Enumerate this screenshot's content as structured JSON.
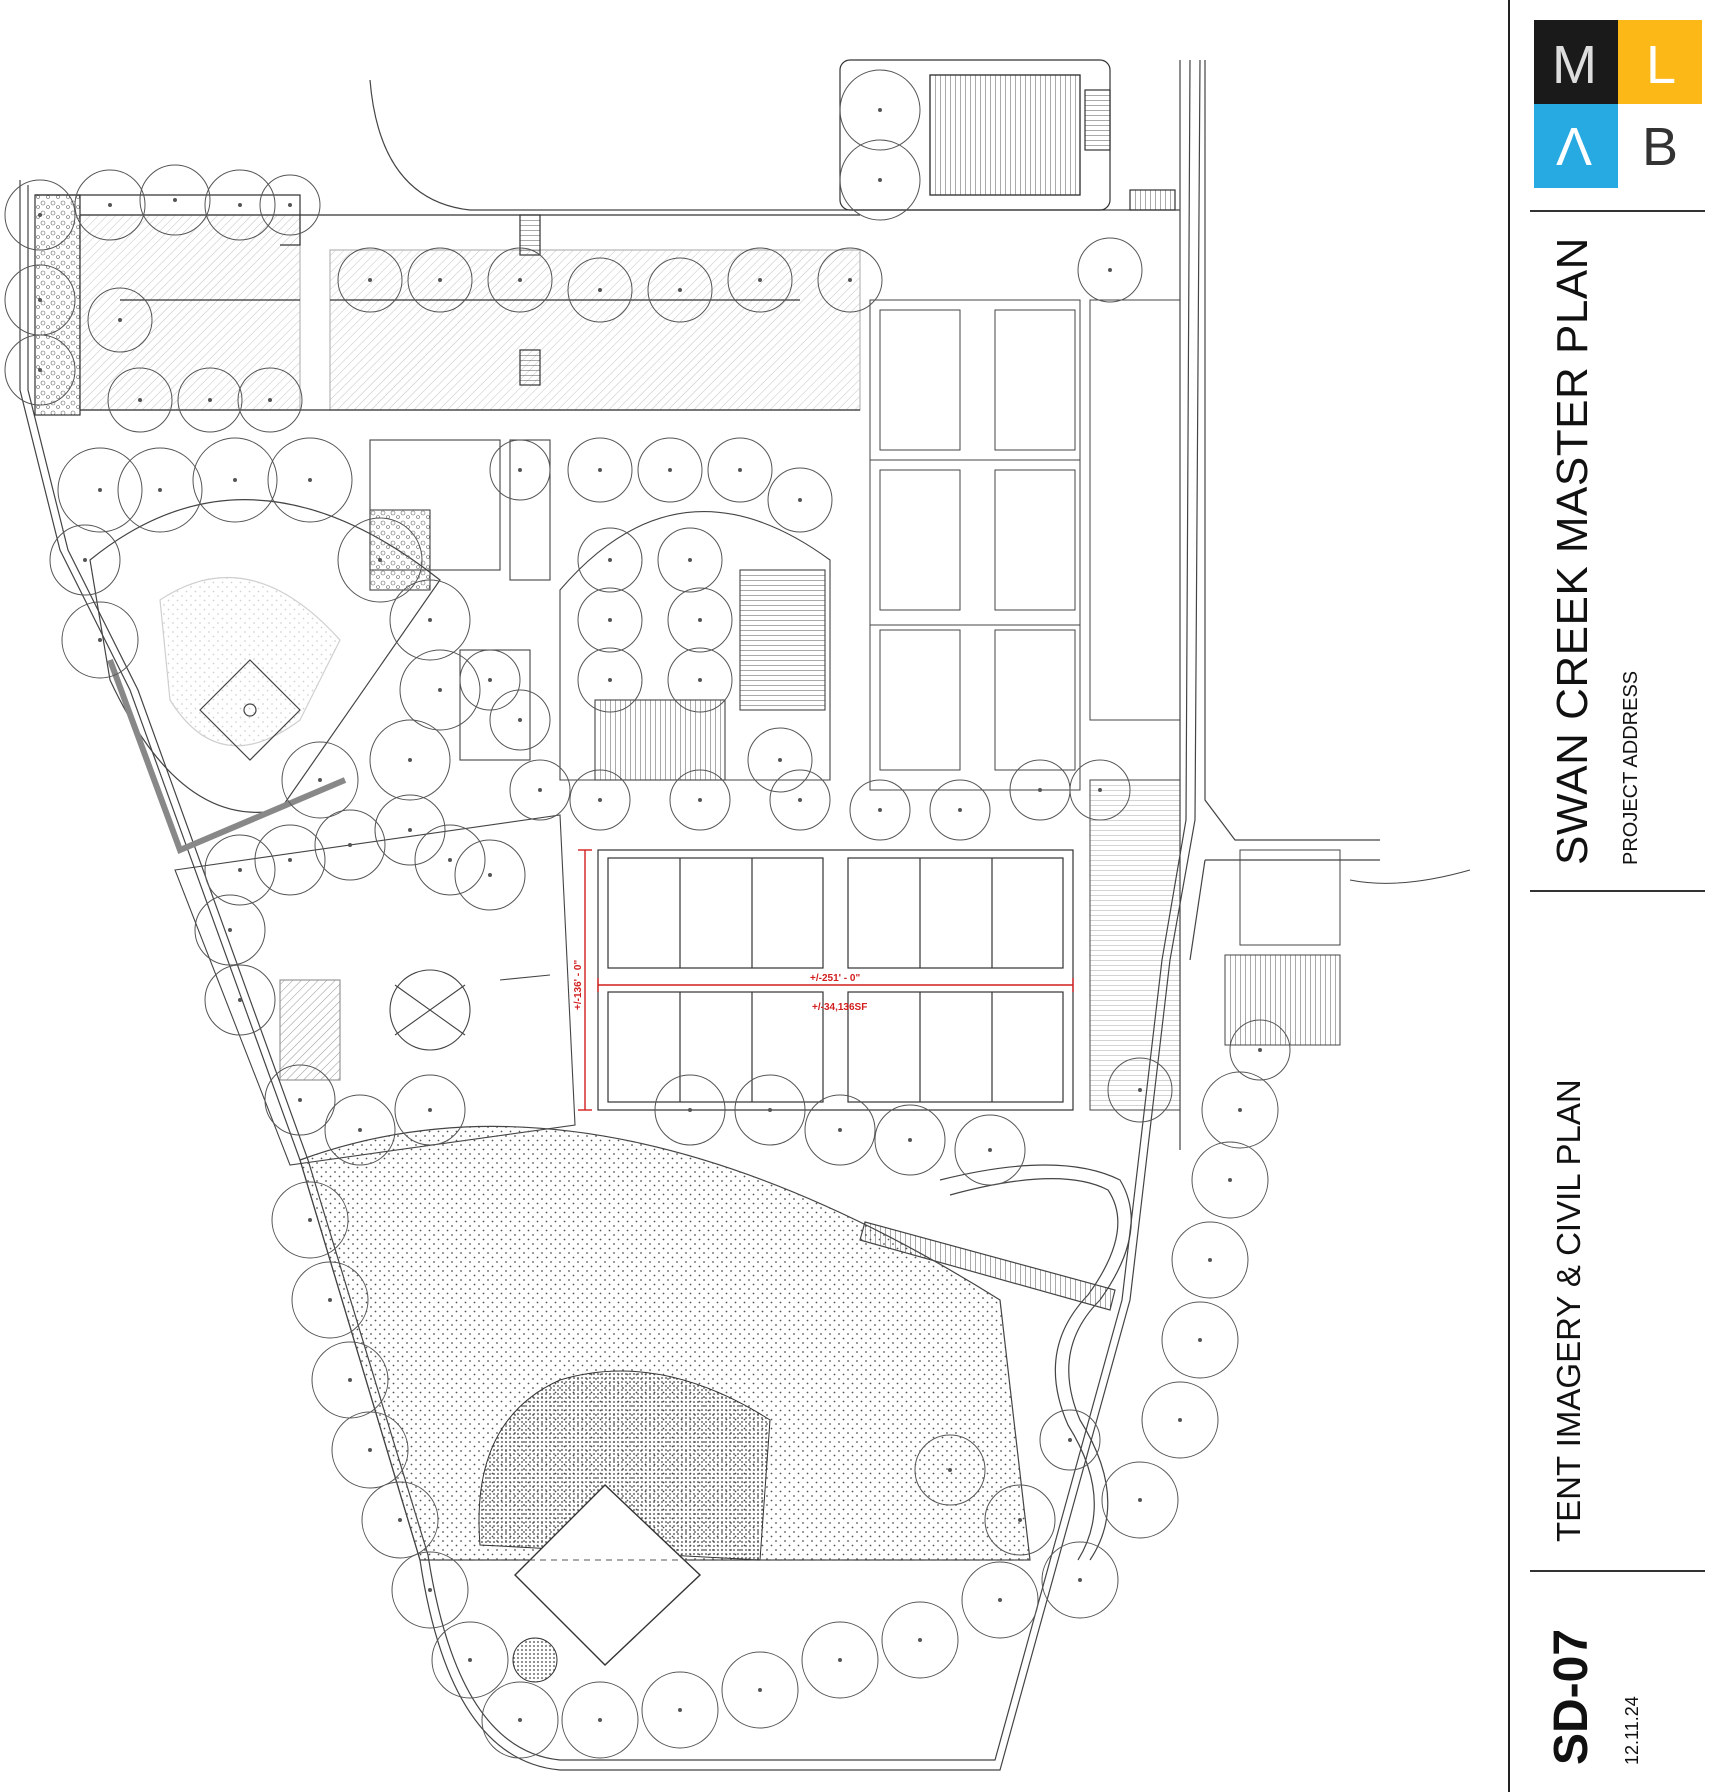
{
  "sheet": {
    "project_title": "SWAN CREEK MASTER PLAN",
    "project_address": "PROJECT ADDRESS",
    "drawing_title": "TENT IMAGERY & CIVIL PLAN",
    "sheet_number": "SD-07",
    "date": "12.11.24"
  },
  "logo": {
    "letters": [
      "M",
      "L",
      "Λ",
      "B"
    ],
    "colors": {
      "top_left": "#1a1a1a",
      "top_right": "#fbb817",
      "bottom_left": "#27a9e1",
      "bottom_right": "#ffffff"
    }
  },
  "dimensions": {
    "width_label": "+/-251' - 0\"",
    "height_label": "+/-136' - 0\"",
    "area_label": "+/-34,136SF",
    "color": "#d21e1e"
  }
}
